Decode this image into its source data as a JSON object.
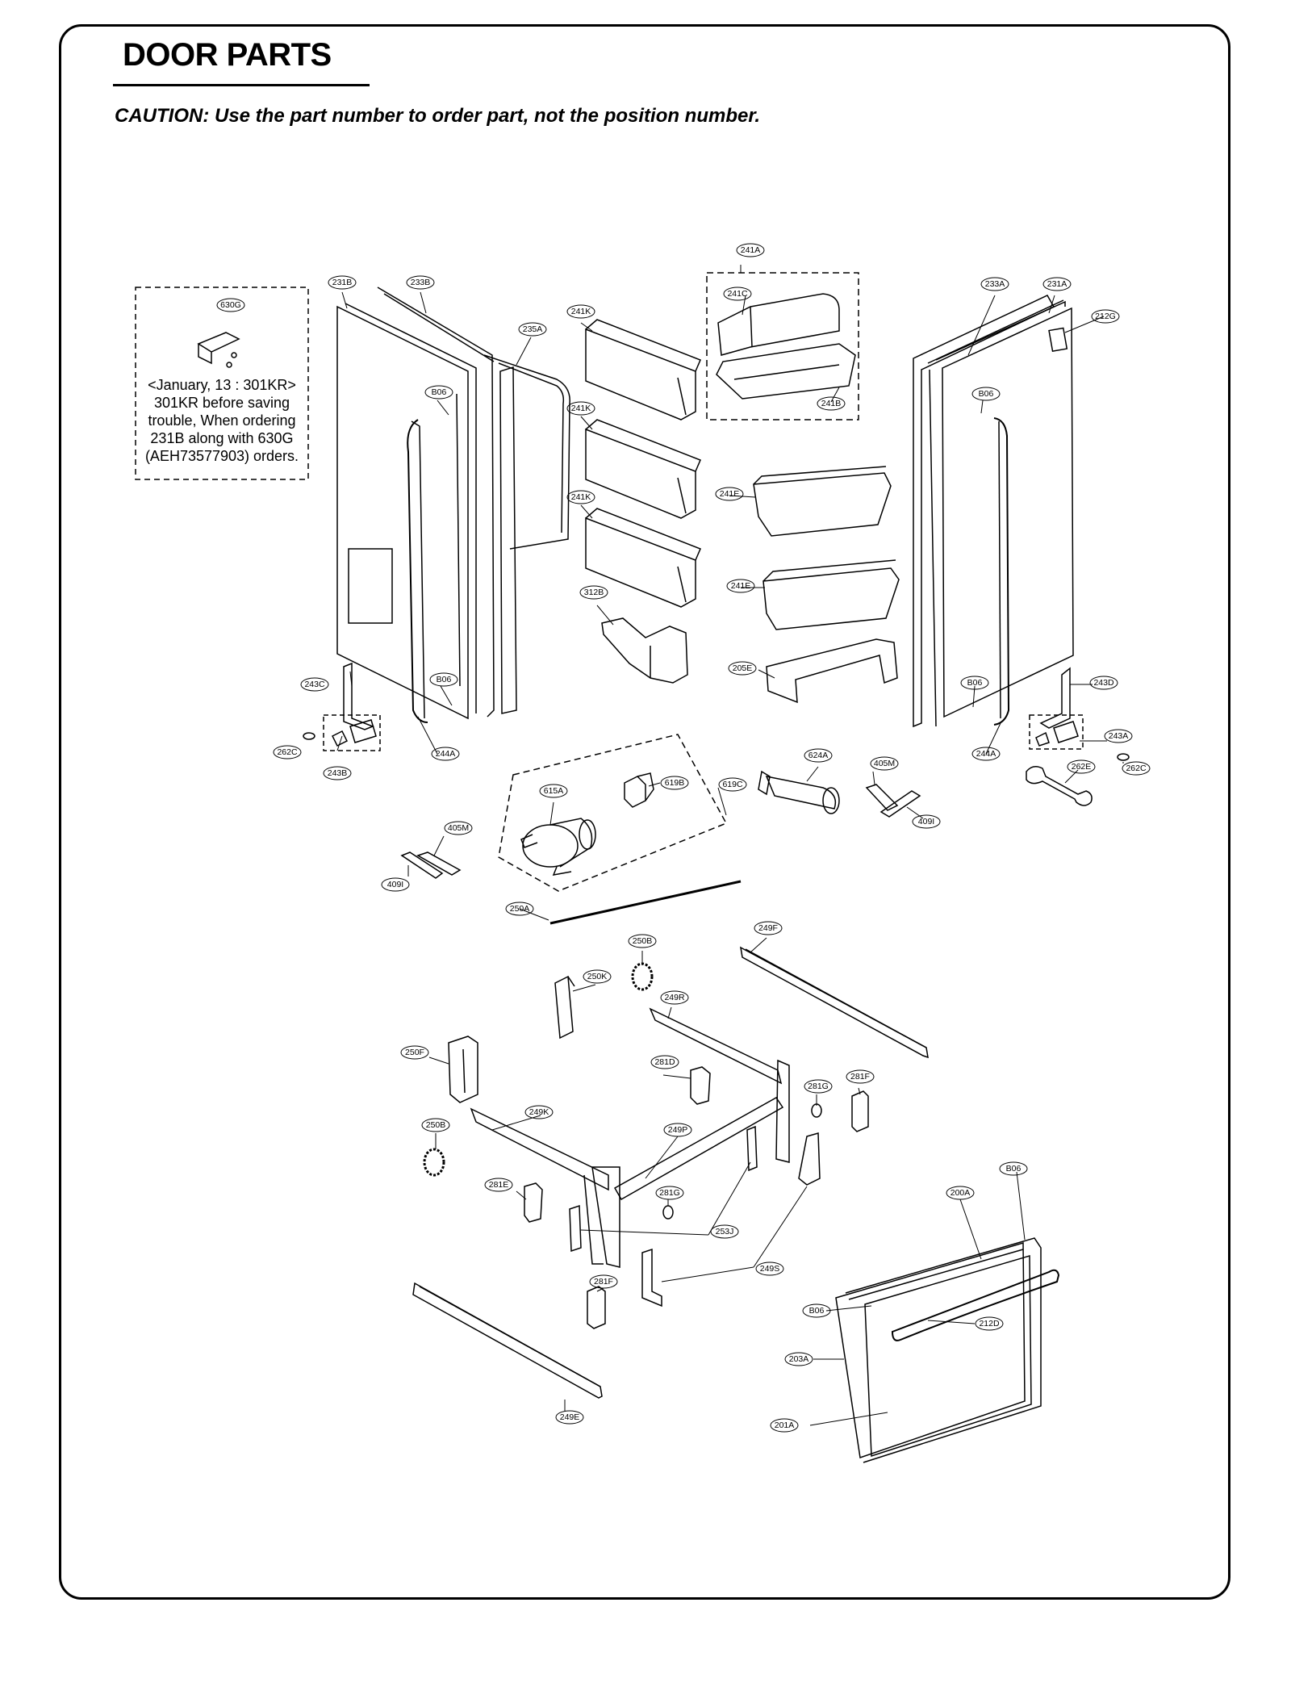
{
  "title": "DOOR PARTS",
  "caution": "CAUTION: Use the part number to order part, not the position number.",
  "note": "<January, 13 : 301KR>\n301KR before saving\ntrouble, When ordering\n231B along with 630G\n(AEH73577903) orders.",
  "callouts": {
    "c630G": "630G",
    "c231B": "231B",
    "c233B": "233B",
    "c235A": "235A",
    "c241A": "241A",
    "c241C": "241C",
    "c241B": "241B",
    "c241K_1": "241K",
    "c241K_2": "241K",
    "c241K_3": "241K",
    "c241E_1": "241E",
    "c241E_2": "241E",
    "c312B": "312B",
    "c205E": "205E",
    "c233A": "233A",
    "c231A": "231A",
    "c212G": "212G",
    "cB06_1": "B06",
    "cB06_2": "B06",
    "cB06_3": "B06",
    "cB06_4": "B06",
    "cB06_5": "B06",
    "cB06_6": "B06",
    "c243C": "243C",
    "c262C_1": "262C",
    "c243B": "243B",
    "c244A_1": "244A",
    "c243D": "243D",
    "c243A": "243A",
    "c262C_2": "262C",
    "c262E": "262E",
    "c244A_2": "244A",
    "c615A": "615A",
    "c619B": "619B",
    "c619C": "619C",
    "c624A": "624A",
    "c405M_1": "405M",
    "c409I_1": "409I",
    "c405M_2": "405M",
    "c409I_2": "409I",
    "c250A": "250A",
    "c249F": "249F",
    "c250B_1": "250B",
    "c250K": "250K",
    "c249R": "249R",
    "c250F": "250F",
    "c281D": "281D",
    "c281G_1": "281G",
    "c281F_1": "281F",
    "c249K": "249K",
    "c250B_2": "250B",
    "c249P": "249P",
    "c281E": "281E",
    "c281G_2": "281G",
    "c253J": "253J",
    "c249S": "249S",
    "c281F_2": "281F",
    "c249E": "249E",
    "c200A": "200A",
    "c212D": "212D",
    "c203A": "203A",
    "c201A": "201A"
  }
}
